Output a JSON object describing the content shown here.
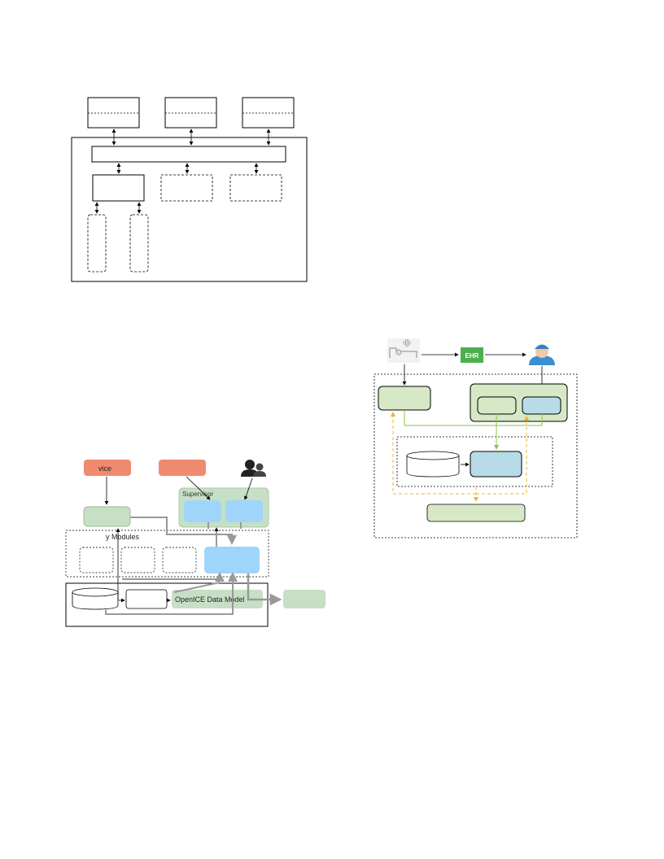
{
  "diagram_top": {
    "description_labels": []
  },
  "diagram_left": {
    "left_device_label": "vice",
    "supervisor_label": "Supervisor",
    "modules_label": "y Modules",
    "data_model_label": "OpenICE Data Model"
  },
  "diagram_right": {
    "ehr_label": "EHR"
  },
  "colors": {
    "green_box": "#c7dfc4",
    "green_box_border": "#8bb38a",
    "blue_box": "#9fd4fb",
    "salmon_box": "#f08a6f",
    "lightblue_box": "#b7dce8",
    "ehr_green": "#4caf50",
    "arrow_gray": "#999999",
    "dashed_orange": "#e8b830",
    "line_green": "#8cc63f"
  }
}
